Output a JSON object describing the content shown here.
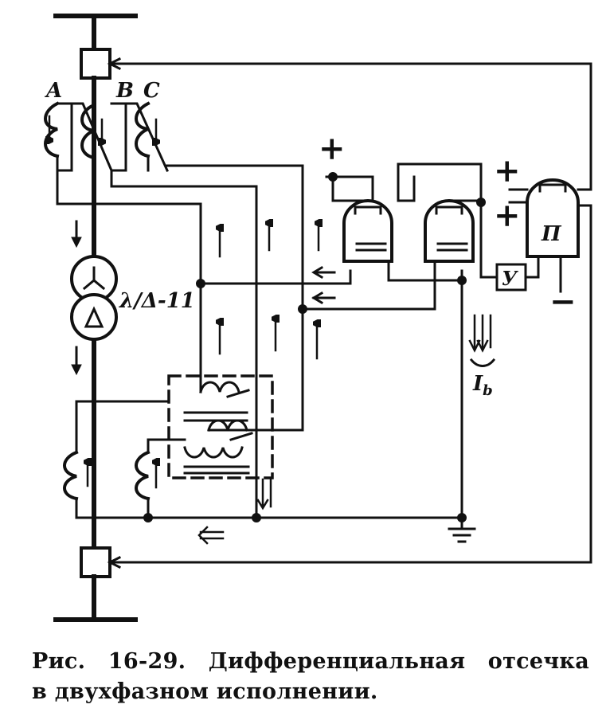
{
  "labels": {
    "phase_a": "A",
    "phase_b": "B",
    "phase_c": "C",
    "plus_1": "+",
    "plus_2": "+",
    "plus_3": "+",
    "minus": "−",
    "transformer": "λ/Δ-11",
    "relay_p": "П",
    "relay_u": "У",
    "current_i": "I",
    "current_sub": "b"
  },
  "caption": {
    "line1": "Рис. 16-29. Дифференциальная отсечка",
    "line2": "в двухфазном исполнении."
  }
}
